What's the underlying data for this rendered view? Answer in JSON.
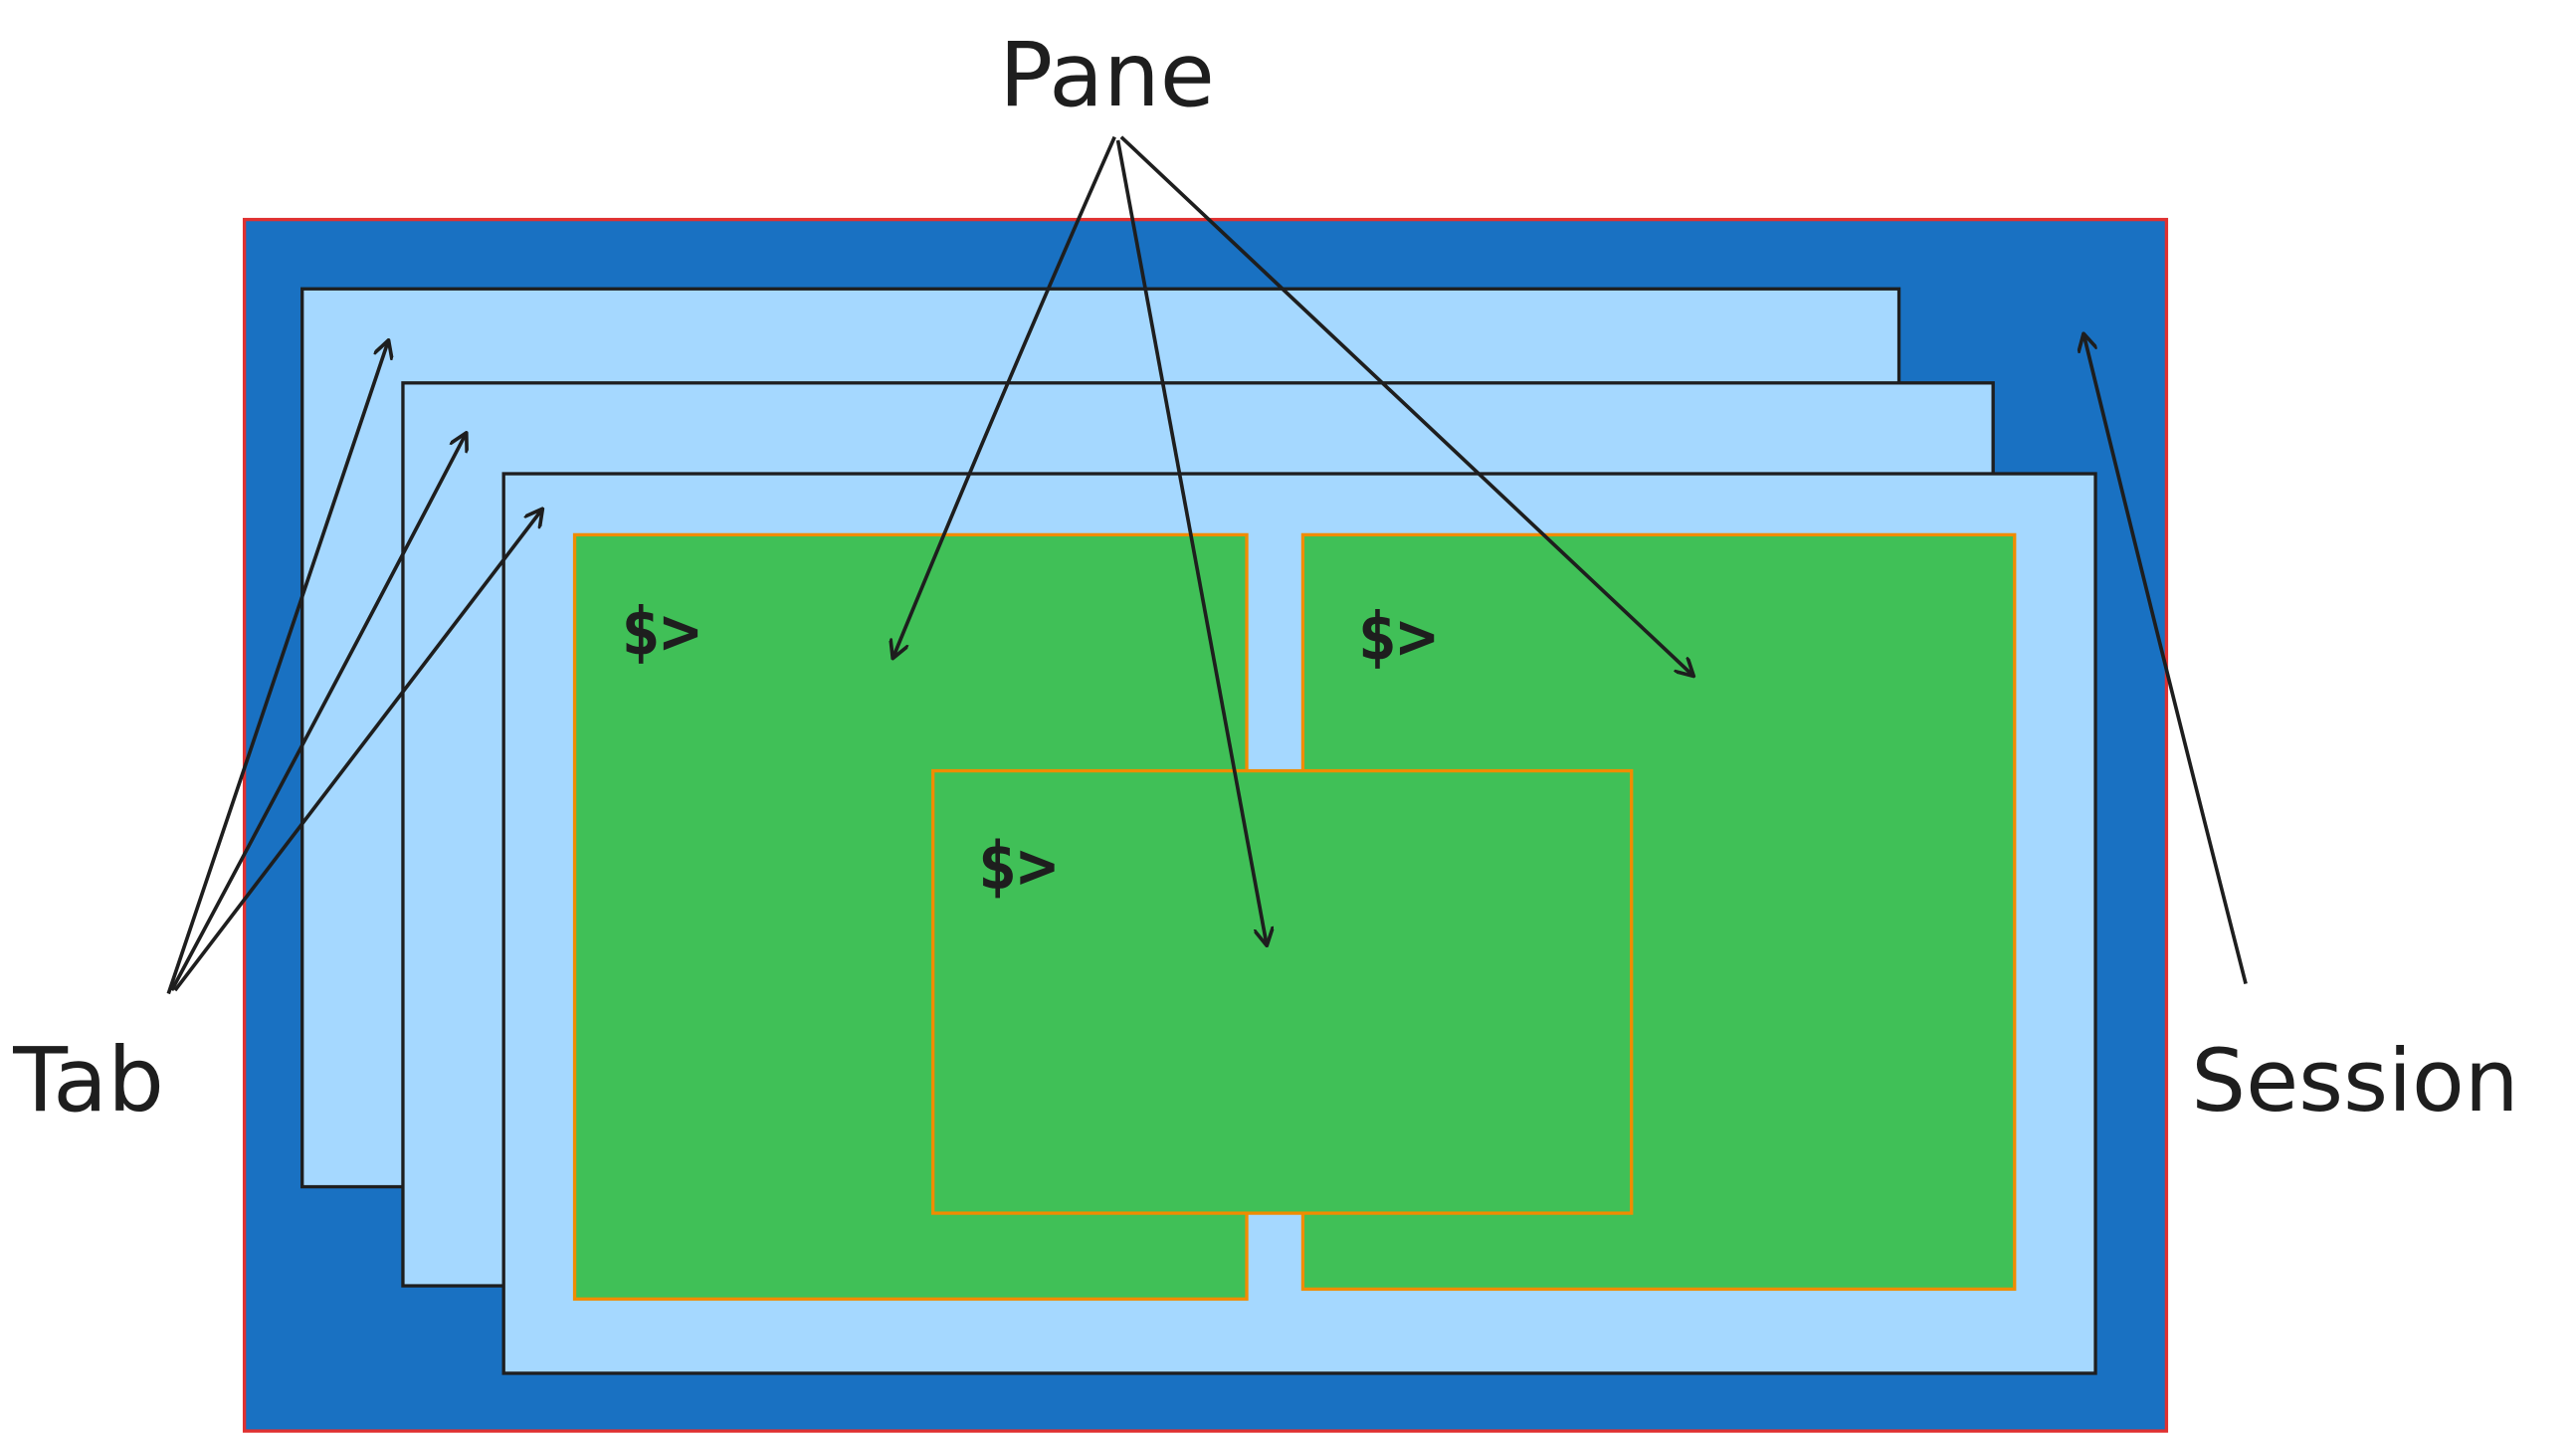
{
  "labels": {
    "pane": "Pane",
    "tab": "Tab",
    "session": "Session"
  },
  "prompts": [
    "$>",
    "$>",
    "$>"
  ],
  "colors": {
    "session_fill": "#1971c2",
    "session_border": "#e03131",
    "tab_fill": "#a5d8ff",
    "tab_border": "#1e1e1e",
    "pane_fill": "#40c057",
    "pane_border": "#f08c00",
    "ink": "#1e1e1e",
    "background": "#ffffff"
  }
}
